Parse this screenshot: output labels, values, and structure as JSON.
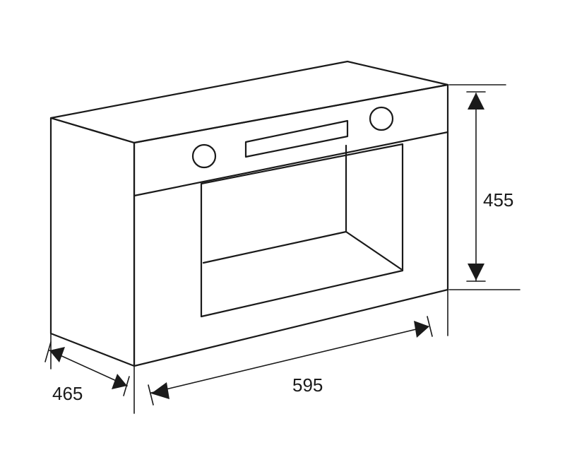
{
  "dimensions": {
    "height": "455",
    "width": "595",
    "depth": "465"
  }
}
